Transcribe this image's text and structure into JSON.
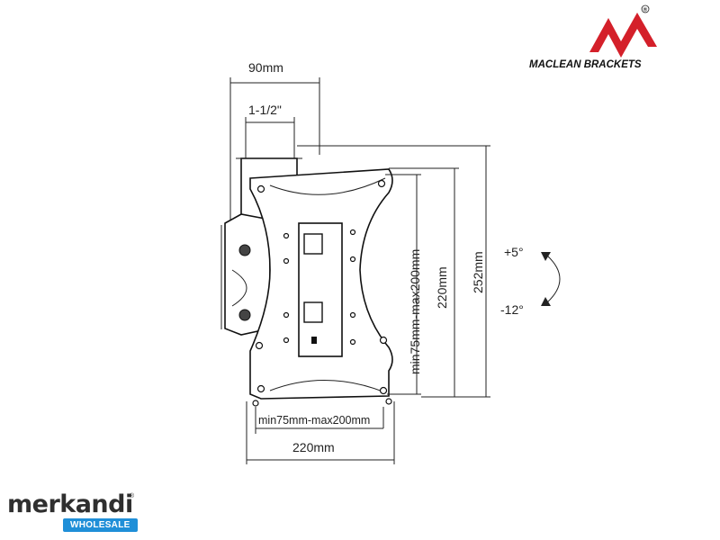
{
  "brand": {
    "name": "MACLEAN BRACKETS",
    "registered": "®",
    "logo_color": "#d4202a"
  },
  "dimensions": {
    "top_width": "90mm",
    "pipe": "1-1/2\"",
    "vesa_vertical": "min75mm-max200mm",
    "plate_height": "220mm",
    "overall_height": "252mm",
    "vesa_horizontal": "min75mm-max200mm",
    "plate_width": "220mm"
  },
  "tilt": {
    "up": "+5°",
    "down": "-12°"
  },
  "watermark": {
    "name": "merkandi",
    "badge": "WHOLESALE",
    "badge_color": "#1f8fd8",
    "trademark": "®"
  }
}
